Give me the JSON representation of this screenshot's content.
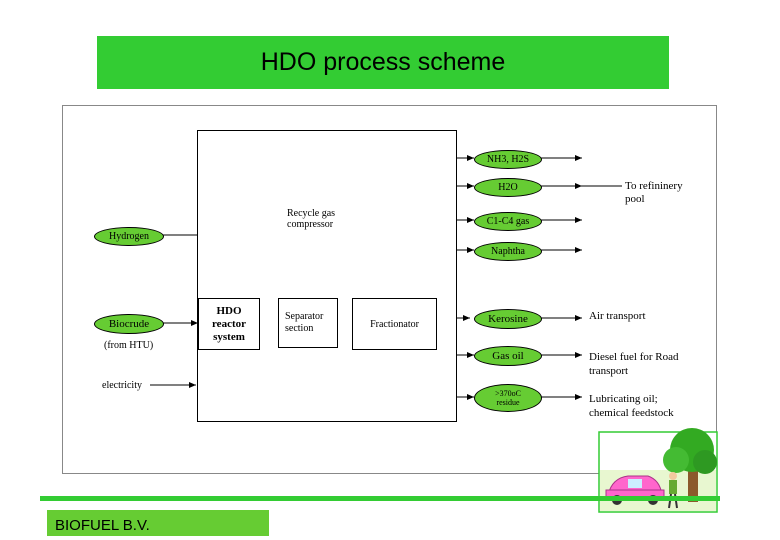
{
  "title": "HDO process scheme",
  "company": "BIOFUEL B.V.",
  "nodes": {
    "hydrogen": "Hydrogen",
    "biocrude": "Biocrude",
    "from_htu": "(from HTU)",
    "electricity": "electricity",
    "hdo_reactor": "HDO reactor system",
    "separator": "Separator section",
    "fractionator": "Fractionator",
    "recycle_gas": "Recycle gas compressor"
  },
  "products": {
    "nh3_h2s": "NH3, H2S",
    "h2o": "H2O",
    "c1c4": "C1-C4 gas",
    "naphtha": "Naphtha",
    "kerosine": "Kerosine",
    "gas_oil": "Gas oil",
    "residue": ">370oC residue"
  },
  "destinations": {
    "refinery": "To refininery pool",
    "air": "Air transport",
    "diesel": "Diesel fuel for Road transport",
    "lubricating": "Lubricating oil; chemical feedstock"
  },
  "colors": {
    "green": "#33cc33",
    "light_green": "#66cc33"
  }
}
